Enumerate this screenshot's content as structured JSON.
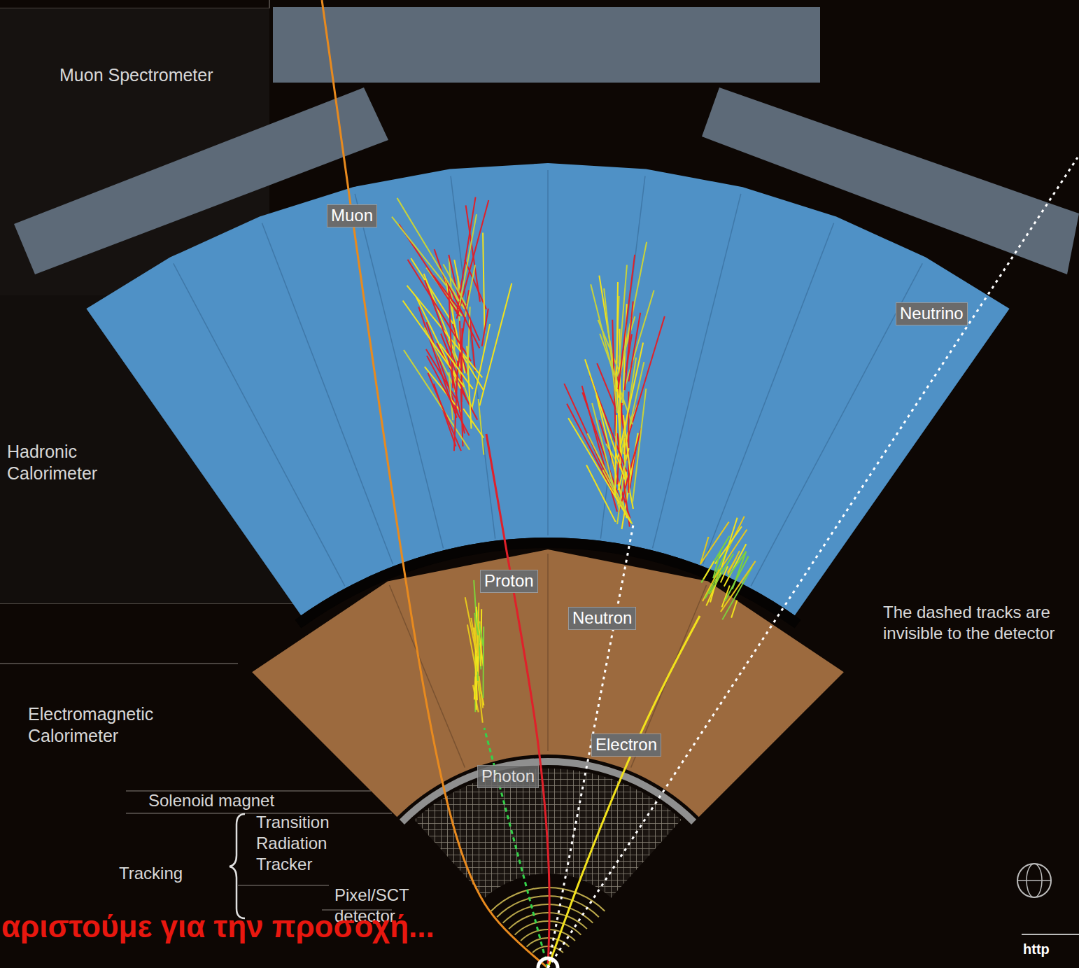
{
  "diagram": {
    "nodes": [
      {
        "text": [
          "Muon"
        ]
      },
      {
        "text": [
          "Neutrino"
        ]
      },
      {
        "text": [
          "Proton"
        ]
      },
      {
        "text": [
          "Neutron"
        ]
      },
      {
        "text": [
          "Electron"
        ]
      },
      {
        "text": [
          "Photon"
        ]
      }
    ],
    "labels": [
      "Muon Spectrometer",
      "Hadronic Calorimeter",
      "Electromagnetic Calorimeter",
      "Solenoid magnet",
      "Transition Radiation Tracker",
      "Tracking",
      "Pixel/SCT detector",
      "The dashed tracks are invisible to the detector",
      "http",
      "αριστούμε για την προσοχή..."
    ]
  }
}
